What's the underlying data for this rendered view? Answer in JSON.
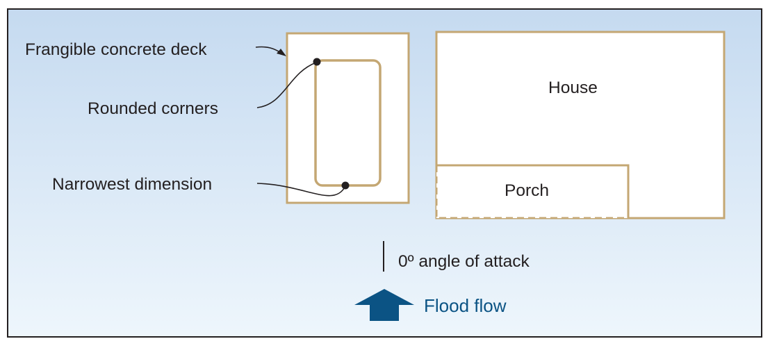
{
  "labels": {
    "deck": "Frangible concrete deck",
    "rounded_corners": "Rounded corners",
    "narrowest_dimension": "Narrowest dimension",
    "house": "House",
    "porch": "Porch",
    "angle_of_attack": "0º angle of attack",
    "flood_flow": "Flood flow"
  },
  "colors": {
    "background_top": "#c5daf0",
    "background_bottom": "#eef6fc",
    "frame_border": "#231f20",
    "outline_tan": "#c4a773",
    "arrow_blue": "#0b5384",
    "text_dark": "#231f20"
  }
}
